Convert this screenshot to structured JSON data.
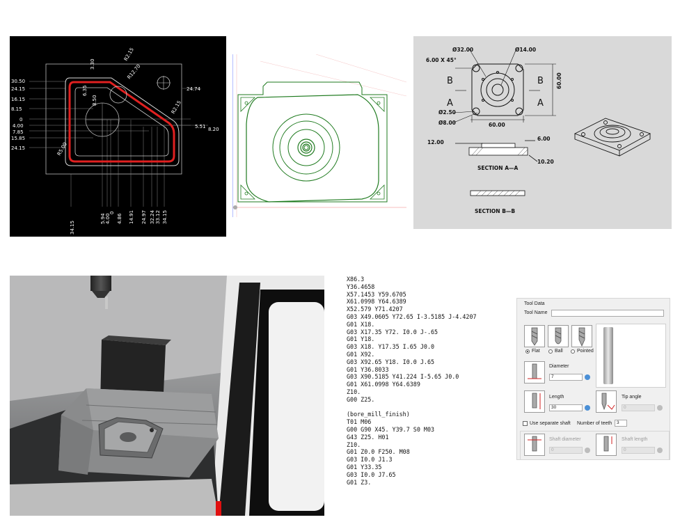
{
  "dims_panel": {
    "left_dims": [
      "30.50",
      "24.15",
      "16.15",
      "8.15",
      "0",
      "4.00",
      "7.85",
      "15.85",
      "24.15"
    ],
    "bottom_dims": [
      "34.15",
      "5.94",
      "4.00",
      "0",
      "4.86",
      "14.91",
      "24.97",
      "32.24",
      "33.12",
      "34.15"
    ],
    "top_dims": [
      "3.30",
      "R2.15",
      "R12.70",
      "6.35",
      "8.50",
      "R2.15"
    ],
    "right_dims": [
      "24.74",
      "5.51",
      "8.20"
    ],
    "corner_radius_label": "R5.00"
  },
  "drawing_panel": {
    "dia_top_left": "Ø32.00",
    "dia_top_right": "Ø14.00",
    "chamfer": "6.00 X 45°",
    "dia_small": "Ø2.50",
    "dia_hole": "Ø8.00",
    "width": "60.00",
    "height": "60.00",
    "marker_b": "B",
    "marker_a": "A",
    "sect_left": "12.00",
    "sect_right_top": "6.00",
    "sect_right_bottom": "10.20",
    "section_aa": "SECTION A—A",
    "section_bb": "SECTION B—B"
  },
  "gcode": {
    "lines": [
      "X86.3",
      "Y36.4658",
      "X57.1453 Y59.6705",
      "X61.0998 Y64.6389",
      "X52.579 Y71.4207",
      "G03 X49.0605 Y72.65 I-3.5185 J-4.4207",
      "G01 X18.",
      "G03 X17.35 Y72. I0.0 J-.65",
      "G01 Y18.",
      "G03 X18. Y17.35 I.65 J0.0",
      "G01 X92.",
      "G03 X92.65 Y18. I0.0 J.65",
      "G01 Y36.8033",
      "G03 X90.5185 Y41.224 I-5.65 J0.0",
      "G01 X61.0998 Y64.6389",
      "Z10.",
      "G00 Z25.",
      "",
      "(bore_mill_finish)",
      "T01 M06",
      "G00 G90 X45. Y39.7 S0 M03",
      "G43 Z25. H01",
      "Z10.",
      "G01 Z0.0 F250. M08",
      "G03 I0.0 J1.3",
      "G01 Y33.35",
      "G03 I0.0 J7.65",
      "G01 Z3."
    ]
  },
  "tool_data": {
    "title": "Tool Data",
    "tool_name_label": "Tool Name",
    "tool_name_value": "",
    "radio_flat": "Flat",
    "radio_ball": "Ball",
    "radio_pointed": "Pointed",
    "selected_type": "Flat",
    "diameter_label": "Diameter",
    "diameter_value": "7",
    "length_label": "Length",
    "length_value": "30",
    "tip_angle_label": "Tip angle",
    "tip_angle_value": "0",
    "separate_shaft_label": "Use separate shaft",
    "teeth_label": "Number of teeth",
    "teeth_value": "3",
    "shaft_diameter_label": "Shaft diameter",
    "shaft_diameter_value": "0",
    "shaft_length_label": "Shaft length",
    "shaft_length_value": "0",
    "accent_color": "#4a8fd6"
  }
}
